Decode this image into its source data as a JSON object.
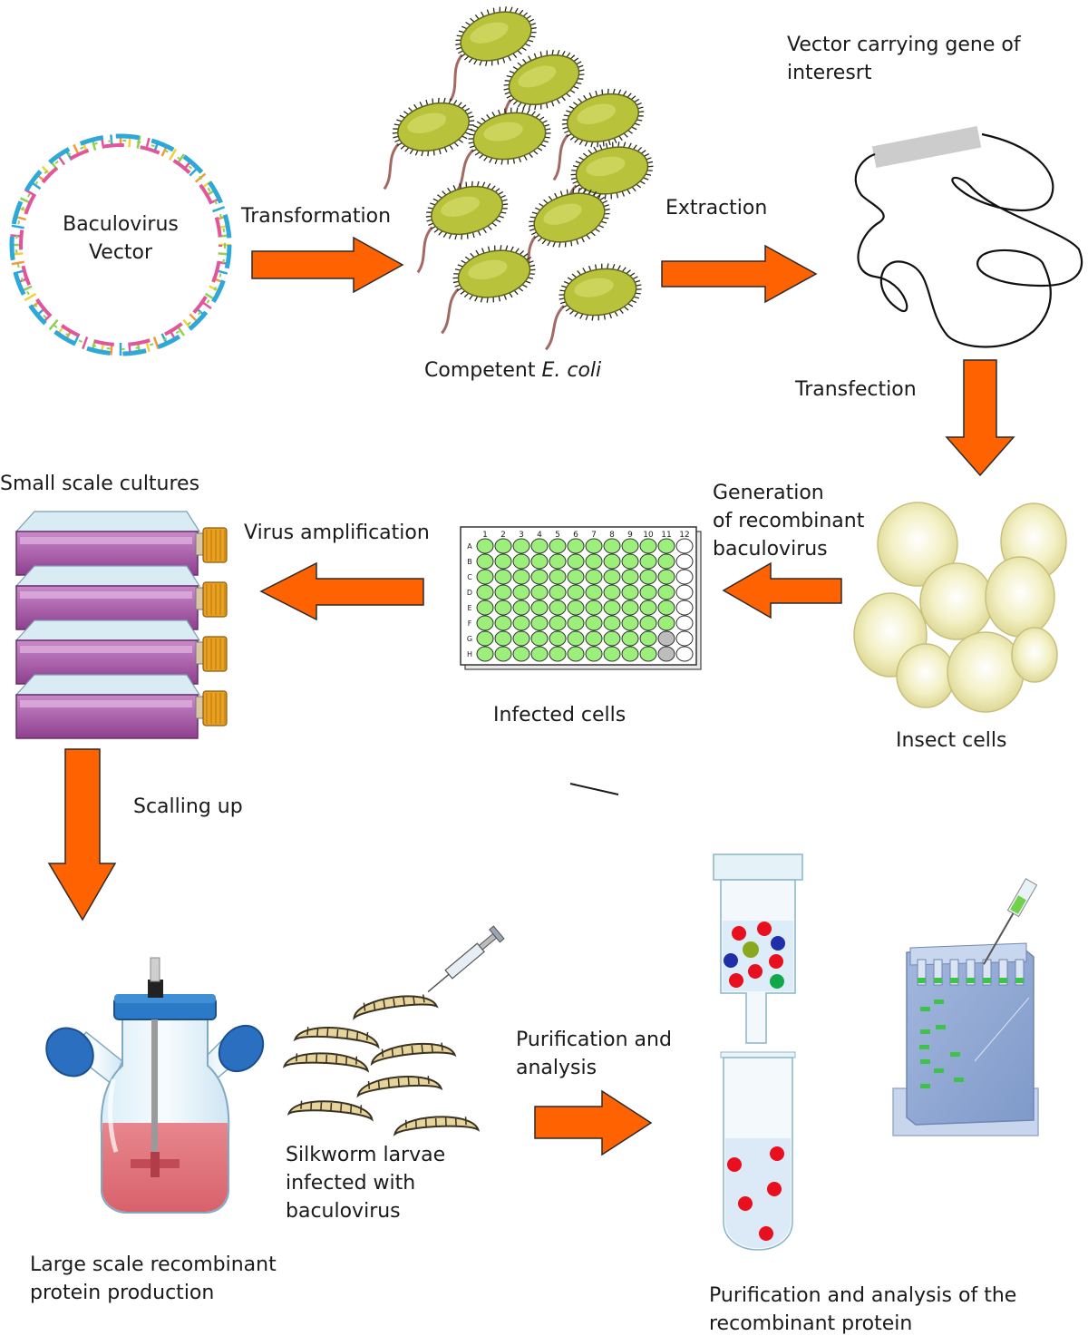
{
  "colors": {
    "arrow": "#ff6200",
    "arrow_outline": "#2b2b2b",
    "dna_a": "#2ea8d8",
    "dna_b": "#e2559b",
    "bacteria": "#b8c23a",
    "insect_cell": "#f2efb8",
    "well_filled": "#9cef7a",
    "well_grey": "#bdbdbd",
    "flask_medium": "#b565b5",
    "cap_orange": "#e8a020",
    "cap_blue": "#2878c8",
    "media_red": "#e07078",
    "larva": "#e6d49a",
    "gel": "#8ea8d4"
  },
  "labels": {
    "baculovirus_vector": [
      "Baculovirus",
      "Vector"
    ],
    "transformation": "Transformation",
    "competent_ecoli": {
      "prefix": "Competent ",
      "italic": "E. coli"
    },
    "extraction": "Extraction",
    "vector_gene": [
      "Vector carrying gene of",
      "interesrt"
    ],
    "transfection": "Transfection",
    "generation": [
      "Generation",
      "of recombinant",
      "baculovirus"
    ],
    "insect_cells": "Insect cells",
    "infected_cells": "Infected cells",
    "virus_amplification": "Virus amplification",
    "small_scale": "Small scale cultures",
    "scaling_up": "Scalling up",
    "large_scale": [
      "Large scale recombinant",
      "protein production"
    ],
    "silkworm": [
      "Silkworm larvae",
      "infected with",
      "baculovirus"
    ],
    "purification_analysis": [
      "Purification and",
      "analysis"
    ],
    "purification_final": [
      "Purification and analysis of the",
      "recombinant protein"
    ]
  },
  "plate": {
    "columns": [
      "1",
      "2",
      "3",
      "4",
      "5",
      "6",
      "7",
      "8",
      "9",
      "10",
      "11",
      "12"
    ],
    "rows": [
      "A",
      "B",
      "C",
      "D",
      "E",
      "F",
      "G",
      "H"
    ]
  },
  "icons": {
    "plasmid": "dna-plasmid-icon",
    "bacteria": "bacteria-cluster-icon",
    "vector": "vector-strand-icon",
    "insect": "insect-cells-icon",
    "plate": "well-plate-icon",
    "flasks": "culture-flasks-icon",
    "bioreactor": "spinner-flask-icon",
    "larvae": "silkworm-larvae-icon",
    "syringe": "syringe-icon",
    "column": "purification-column-icon",
    "tube": "test-tube-icon",
    "gel": "gel-electrophoresis-icon"
  }
}
